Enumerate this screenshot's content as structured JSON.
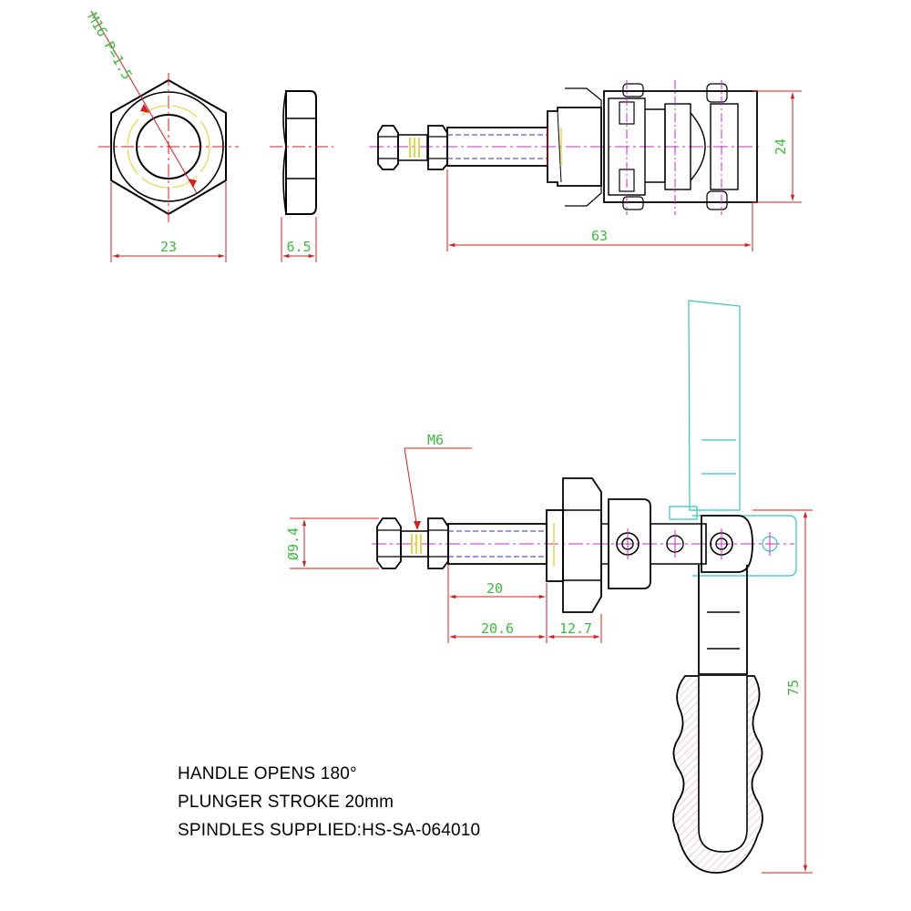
{
  "colors": {
    "outline": "#000000",
    "dimension": "#d81e1e",
    "dimension_text": "#3cba3c",
    "center_line": "#c02fc0",
    "hidden_line": "#3030c0",
    "phantom": "#35c4c4",
    "grip": "#d9a3a8",
    "thread": "#e0d84a"
  },
  "labels": {
    "thread_nut": "M16 P=1.5",
    "nut_width": "23",
    "nut_thickness": "6.5",
    "length_top": "63",
    "height_top": "24",
    "thread_m6": "M6",
    "diameter": "Ø9.4",
    "stroke": "20",
    "len_a": "20.6",
    "len_b": "12.7",
    "handle_height": "75"
  },
  "notes": [
    "HANDLE OPENS 180°",
    "PLUNGER STROKE 20mm",
    "SPINDLES SUPPLIED:HS-SA-064010"
  ]
}
